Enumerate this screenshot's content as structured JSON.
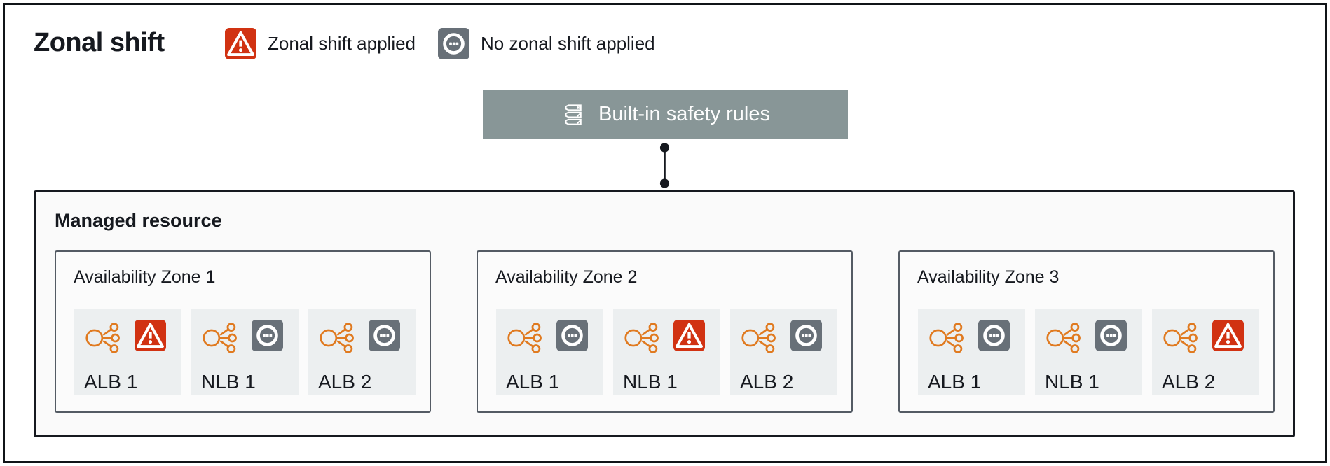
{
  "page": {
    "title": "Zonal shift"
  },
  "legend": {
    "items": [
      {
        "icon": "zonal-shift-applied-icon",
        "label": "Zonal shift applied",
        "status": "applied"
      },
      {
        "icon": "no-zonal-shift-icon",
        "label": "No zonal shift applied",
        "status": "none"
      }
    ]
  },
  "safety_rules": {
    "icon": "rules-stack-icon",
    "label": "Built-in safety rules"
  },
  "managed_resource": {
    "label": "Managed resource",
    "zones": [
      {
        "label": "Availability Zone 1",
        "resources": [
          {
            "name": "ALB 1",
            "zonal_shift": "applied"
          },
          {
            "name": "NLB 1",
            "zonal_shift": "none"
          },
          {
            "name": "ALB 2",
            "zonal_shift": "none"
          }
        ]
      },
      {
        "label": "Availability Zone 2",
        "resources": [
          {
            "name": "ALB 1",
            "zonal_shift": "none"
          },
          {
            "name": "NLB 1",
            "zonal_shift": "applied"
          },
          {
            "name": "ALB 2",
            "zonal_shift": "none"
          }
        ]
      },
      {
        "label": "Availability Zone 3",
        "resources": [
          {
            "name": "ALB 1",
            "zonal_shift": "none"
          },
          {
            "name": "NLB 1",
            "zonal_shift": "none"
          },
          {
            "name": "ALB 2",
            "zonal_shift": "applied"
          }
        ]
      }
    ]
  },
  "colors": {
    "zonal_shift_applied": "#D13212",
    "no_zonal_shift": "#687078",
    "load_balancer_icon": "#E07A20",
    "safety_rules_bg": "#889697",
    "text": "#16191F"
  }
}
